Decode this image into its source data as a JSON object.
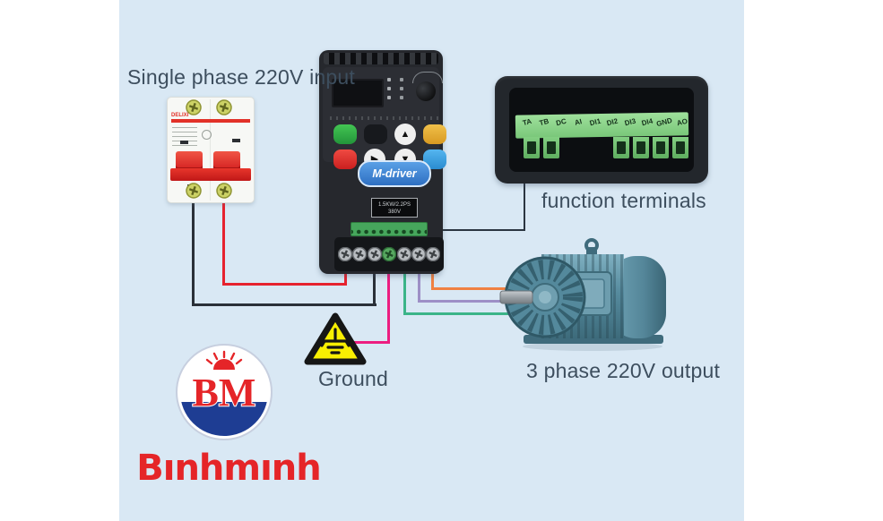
{
  "texts": {
    "input_label": "Single phase 220V input",
    "function_label": "function terminals",
    "ground_label": "Ground",
    "output_label": "3 phase 220V output",
    "brand_name": "Bınhmınh",
    "monogram": "BM"
  },
  "breaker": {
    "brand": "DELIXI"
  },
  "vfd": {
    "logo": "M-driver",
    "rating_line1": "1.5KW/2.2PS",
    "rating_line2": "380V",
    "icons": {
      "up": "▲",
      "right": "▶",
      "down": "▼"
    }
  },
  "function_terminals": {
    "labels": [
      "TA",
      "TB",
      "DC",
      "AI",
      "DI1",
      "DI2",
      "DI3",
      "DI4",
      "GND",
      "AO"
    ]
  },
  "wire_colors": {
    "input_live": "#e6222e",
    "input_neutral": "#2a3038",
    "ground": "#ec1d80",
    "phase_u": "#f08142",
    "phase_v": "#9d8fc6",
    "phase_w": "#3bb488",
    "control": "#2b3540"
  },
  "colors": {
    "panel_bg": "#d9e8f4",
    "accent_red": "#e52528",
    "logo_navy": "#1e3d93"
  }
}
